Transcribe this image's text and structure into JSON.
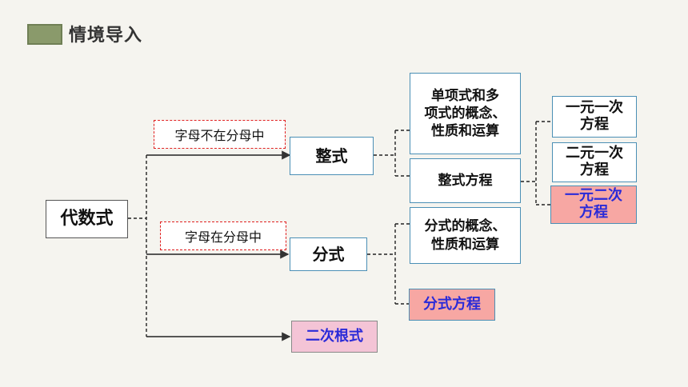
{
  "header": {
    "title": "情境导入"
  },
  "nodes": {
    "root": "代数式",
    "label_integral": "字母不在分母中",
    "label_fraction": "字母在分母中",
    "integral": "整式",
    "fraction": "分式",
    "radical": "二次根式",
    "integral_concepts": [
      "单项式和多",
      "项式的概念、",
      "性质和运算"
    ],
    "integral_equation": "整式方程",
    "fraction_concepts": [
      "分式的概念、",
      "性质和运算"
    ],
    "fraction_equation": "分式方程",
    "eq_linear_one": [
      "一元一次",
      "方程"
    ],
    "eq_linear_two": [
      "二元一次",
      "方程"
    ],
    "eq_quadratic_one": [
      "一元二次",
      "方程"
    ]
  },
  "colors": {
    "box_border": "#4b8fb5",
    "label_border": "#e02020",
    "highlight_fill": "#f7a7a3",
    "radical_fill": "#f4c4d6",
    "highlight_text": "#2a2ad8",
    "header_mark": "#8a9a6b"
  }
}
